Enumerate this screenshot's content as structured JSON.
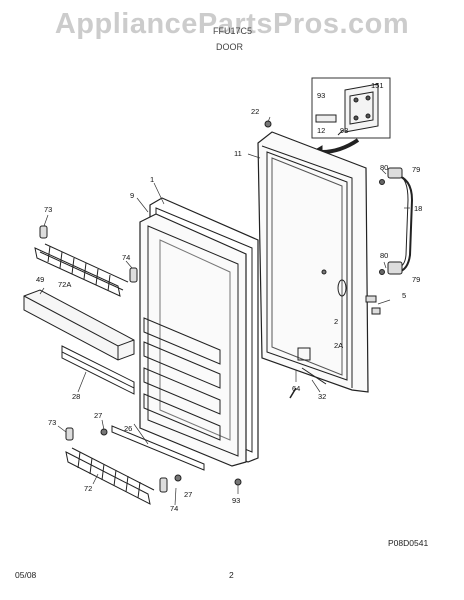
{
  "header": {
    "watermark": "AppliancePartsPros.com",
    "section_title": "DOOR",
    "model_ref": "FFU17C5"
  },
  "callouts": {
    "c1": "1",
    "c2": "2",
    "c2a": "2A",
    "c5": "5",
    "c9": "9",
    "c11": "11",
    "c12": "12",
    "c18": "18",
    "c22": "22",
    "c26": "26",
    "c27a": "27",
    "c27b": "27",
    "c28": "28",
    "c32": "32",
    "c49": "49",
    "c64": "64",
    "c72": "72",
    "c72a": "72A",
    "c73a": "73",
    "c73b": "73",
    "c74a": "74",
    "c74b": "74",
    "c79a": "79",
    "c79b": "79",
    "c80a": "80",
    "c80b": "80",
    "c93a": "93",
    "c93b": "93",
    "c93c": "93",
    "c151": "151"
  },
  "drawing_code": "P08D0541",
  "footer": {
    "date": "05/08",
    "page": "2"
  }
}
